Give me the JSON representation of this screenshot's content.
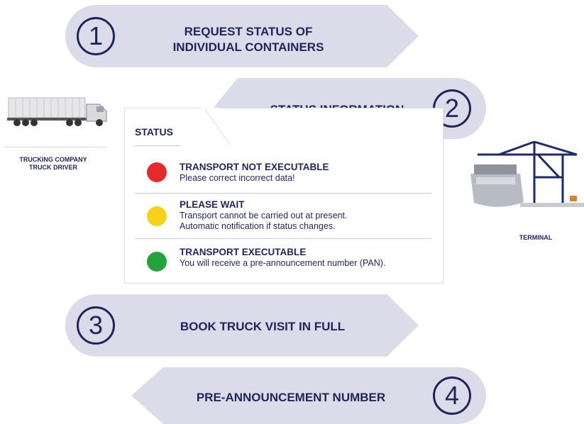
{
  "steps": [
    {
      "number": "1",
      "label": "REQUEST STATUS OF\nINDIVIDUAL CONTAINERS"
    },
    {
      "number": "2",
      "label": "STATUS INFORMATION"
    },
    {
      "number": "3",
      "label": "BOOK TRUCK VISIT IN FULL"
    },
    {
      "number": "4",
      "label": "PRE-ANNOUNCEMENT NUMBER"
    }
  ],
  "left_party": {
    "line1": "TRUCKING COMPANY",
    "line2": "TRUCK DRIVER",
    "icon": "truck-icon"
  },
  "right_party": {
    "label": "TERMINAL",
    "icon": "container-crane-icon"
  },
  "status_panel": {
    "title": "STATUS",
    "rows": [
      {
        "color": "#e62a2a",
        "heading": "TRANSPORT NOT EXECUTABLE",
        "line1": "Please correct incorrect data!",
        "line2": ""
      },
      {
        "color": "#f6d21b",
        "heading": "PLEASE WAIT",
        "line1": "Transport cannot be carried out at present.",
        "line2": "Automatic notification if status changes."
      },
      {
        "color": "#22a33b",
        "heading": "TRANSPORT EXECUTABLE",
        "line1": "You will receive a pre-announcement number (PAN).",
        "line2": ""
      }
    ]
  },
  "colors": {
    "navy": "#1f2559",
    "arrow_fill": "#dcdbe9"
  }
}
